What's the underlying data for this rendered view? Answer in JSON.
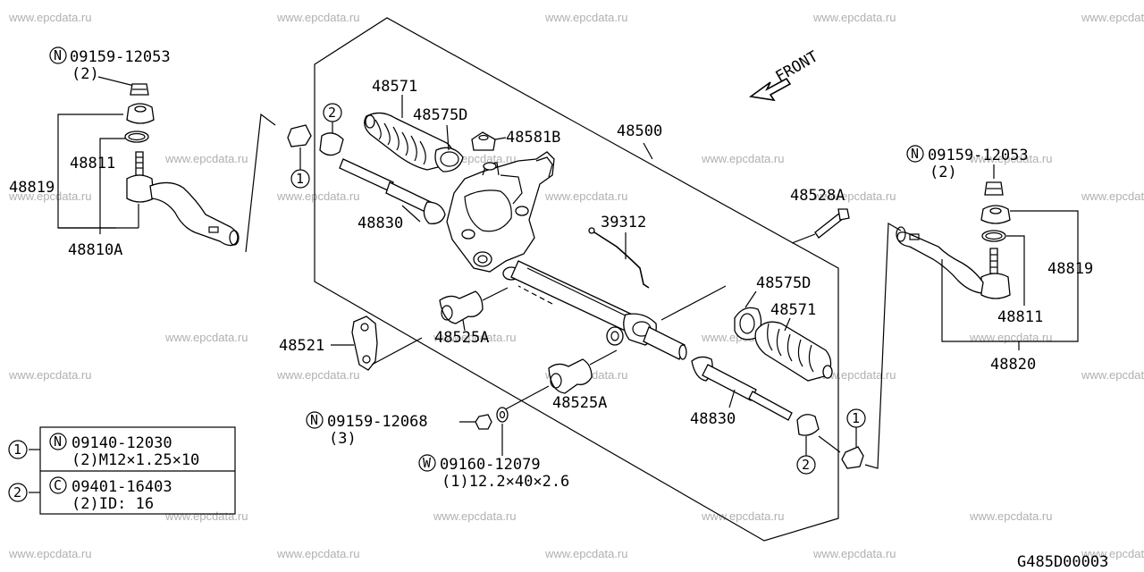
{
  "watermark": "www.epcdata.ru",
  "drawing_code": "G485D00003",
  "front_label": "FRONT",
  "left_tie_rod": {
    "nut_part": "09159-12053",
    "nut_qty": "(2)",
    "part_48811": "48811",
    "part_48819": "48819",
    "part_48810A": "48810A"
  },
  "right_tie_rod": {
    "nut_part": "09159-12053",
    "nut_qty": "(2)",
    "part_48819": "48819",
    "part_48811": "48811",
    "part_48820": "48820"
  },
  "center": {
    "part_48571_top": "48571",
    "part_48575D_top": "48575D",
    "part_48581B": "48581B",
    "part_48500": "48500",
    "part_48830_top": "48830",
    "part_48528A": "48528A",
    "part_39312": "39312",
    "part_48575D_bottom": "48575D",
    "part_48571_bottom": "48571",
    "part_48521": "48521",
    "part_48525A_1": "48525A",
    "part_48525A_2": "48525A",
    "part_48830_bottom": "48830",
    "bolt_part": "09159-12068",
    "bolt_qty": "(3)",
    "washer_part": "09160-12079",
    "washer_spec": "(1)12.2×40×2.6"
  },
  "symbols": {
    "n": "N",
    "w": "W",
    "c": "C",
    "one": "1",
    "two": "2"
  },
  "legend": [
    {
      "num": "1",
      "sym": "N",
      "part": "09140-12030",
      "spec": "(2)M12×1.25×10"
    },
    {
      "num": "2",
      "sym": "C",
      "part": "09401-16403",
      "spec": "(2)ID: 16"
    }
  ]
}
